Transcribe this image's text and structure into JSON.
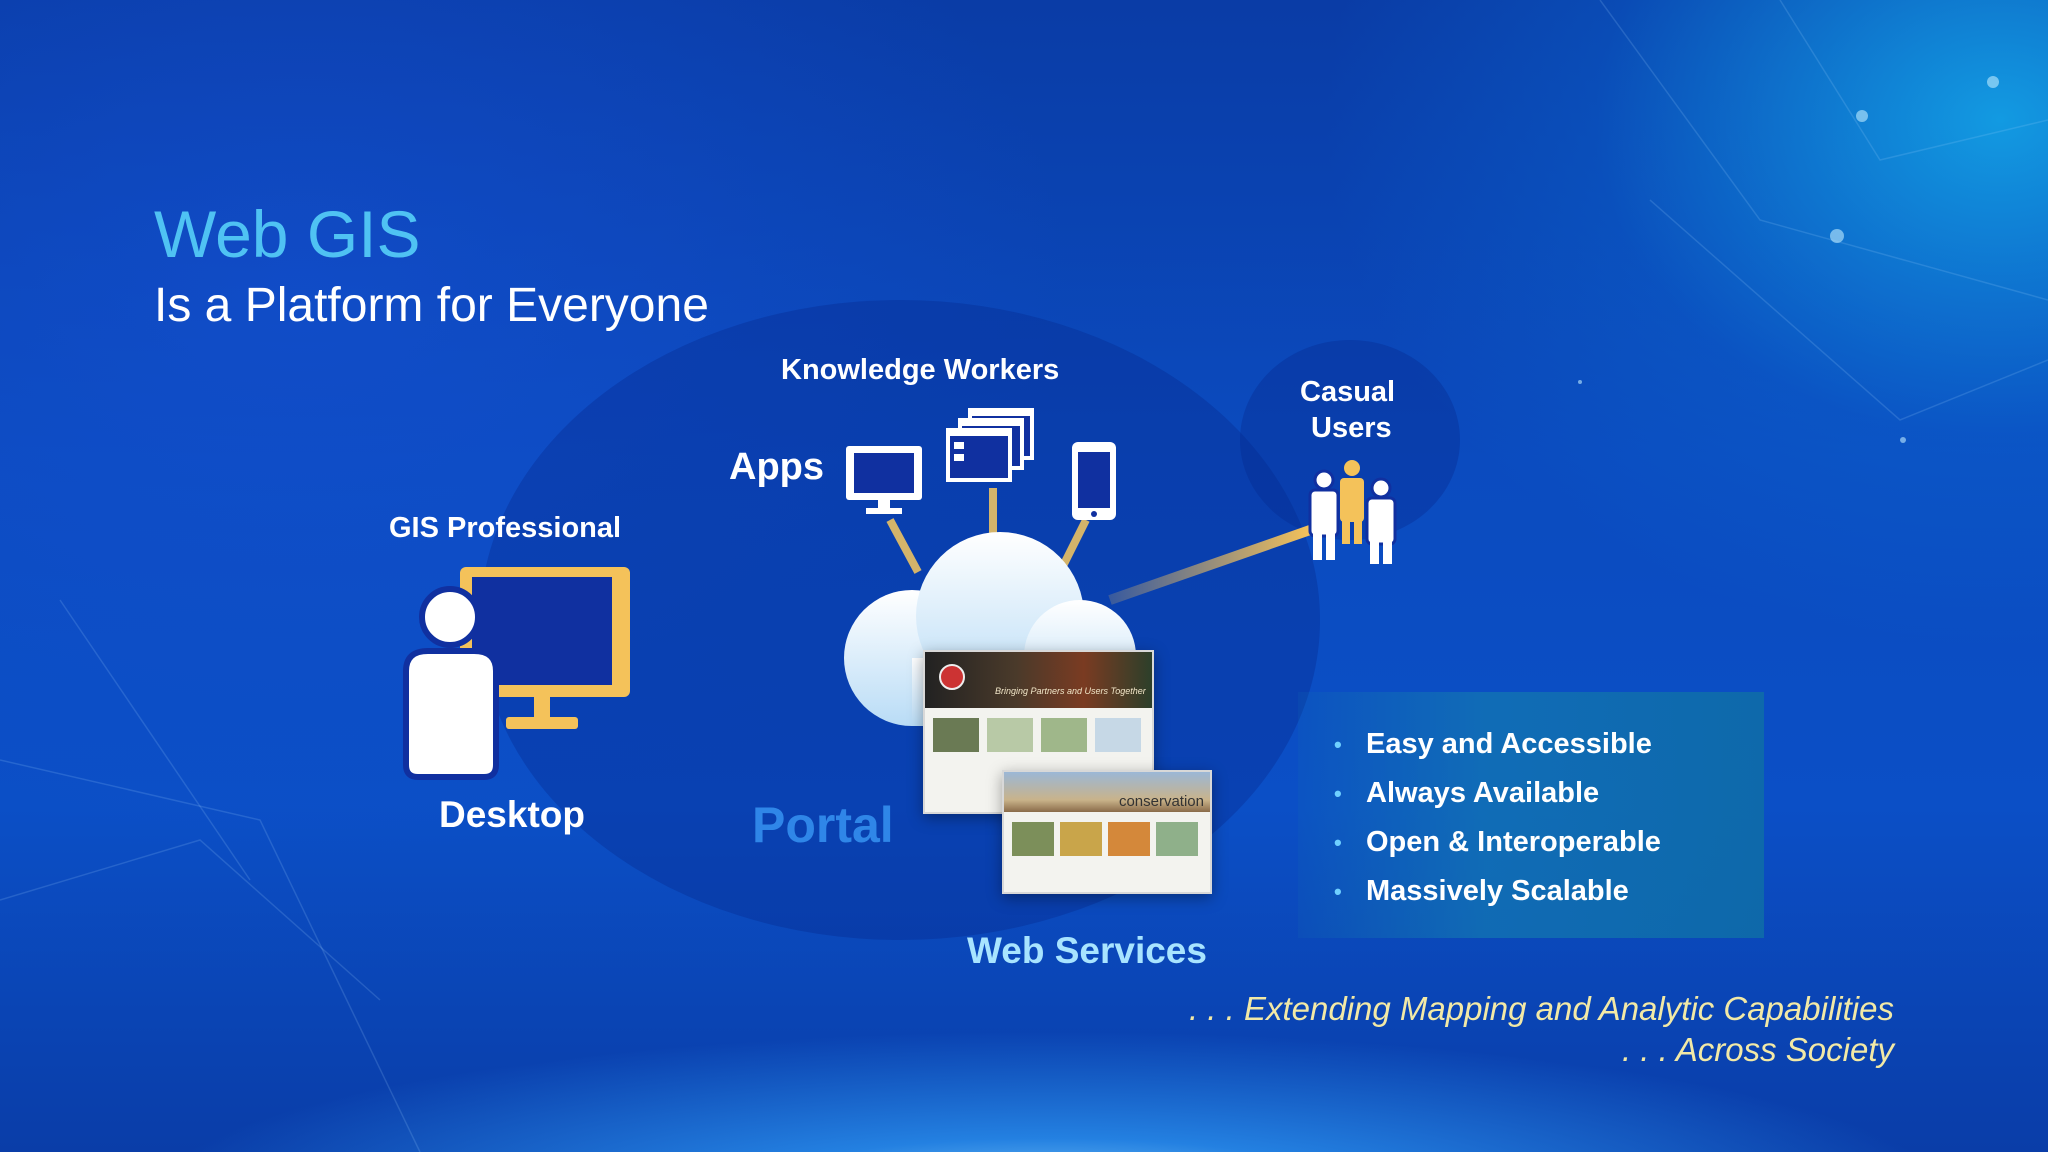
{
  "title": "Web GIS",
  "subtitle": "Is a Platform for Everyone",
  "labels": {
    "knowledge_workers": "Knowledge  Workers",
    "apps": "Apps",
    "casual_users_1": "Casual",
    "casual_users_2": "Users",
    "gis_professional": "GIS Professional",
    "desktop": "Desktop",
    "portal": "Portal",
    "web_services": "Web Services"
  },
  "web_page_preview": {
    "banner_text": "Bringing Partners and Users Together",
    "second_page_heading": "conservation"
  },
  "bullets": [
    "Easy and Accessible",
    "Always Available",
    "Open & Interoperable",
    "Massively Scalable"
  ],
  "tagline": {
    "line1": ". . . Extending Mapping and Analytic Capabilities",
    "line2": ". . . Across Society"
  },
  "colors": {
    "title": "#4fc2f3",
    "accent_gold": "#f4c25a",
    "device_fill": "#1030a0",
    "portal_text": "#2f86e8",
    "web_services_text": "#a8e4ff",
    "tagline_text": "#f2e9a6"
  },
  "icons": [
    "person-at-desktop-icon",
    "desktop-monitor-icon",
    "windows-stack-icon",
    "smartphone-icon",
    "cloud-icon",
    "people-group-icon"
  ]
}
